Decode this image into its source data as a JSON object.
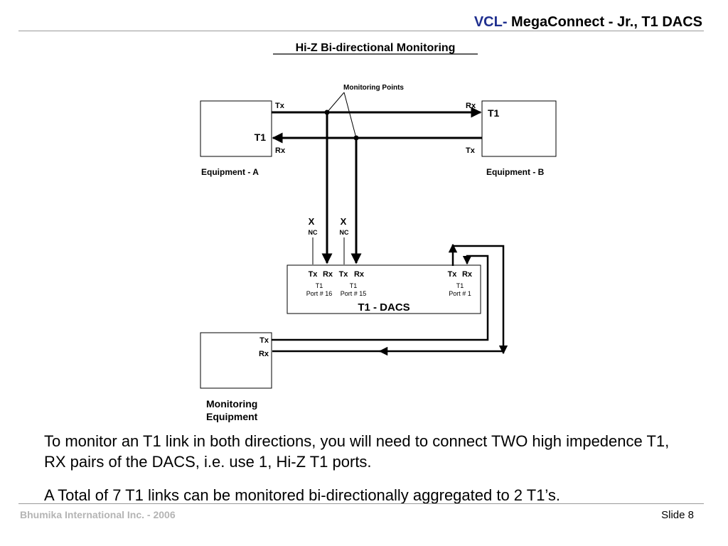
{
  "header": {
    "brand": "VCL-",
    "title": " MegaConnect - Jr., T1 DACS"
  },
  "diagram": {
    "title": "Hi-Z  Bi-directional Monitoring",
    "monitoring_points": "Monitoring Points",
    "equipment_a": {
      "label": "Equipment - A",
      "t1": "T1",
      "tx": "Tx",
      "rx": "Rx"
    },
    "equipment_b": {
      "label": "Equipment - B",
      "t1": "T1",
      "rx": "Rx",
      "tx": "Tx"
    },
    "nc_markers": [
      {
        "x": "X",
        "nc": "NC"
      },
      {
        "x": "X",
        "nc": "NC"
      }
    ],
    "dacs": {
      "label": "T1 - DACS",
      "ports": [
        {
          "tx": "Tx",
          "rx": "Rx",
          "t1": "T1",
          "port": "Port # 16"
        },
        {
          "tx": "Tx",
          "rx": "Rx",
          "t1": "T1",
          "port": "Port # 15"
        },
        {
          "tx": "Tx",
          "rx": "Rx",
          "t1": "T1",
          "port": "Port # 1"
        }
      ]
    },
    "monitoring_equipment": {
      "line1": "Monitoring",
      "line2": "Equipment",
      "tx": "Tx",
      "rx": "Rx"
    }
  },
  "body": {
    "paragraph1": "To monitor an T1 link in both directions, you will need to connect TWO high impedence T1, RX pairs of the DACS, i.e. use 1, Hi-Z T1 ports.",
    "paragraph2": "A Total of 7 T1 links can be monitored bi-directionally aggregated to 2 T1’s."
  },
  "footer": {
    "company": "Bhumika International Inc. - 2006",
    "slide": "Slide 8"
  },
  "colors": {
    "brand": "#1f2f8f",
    "footer_text": "#b4b4b4",
    "rule": "#9a9a9a"
  }
}
